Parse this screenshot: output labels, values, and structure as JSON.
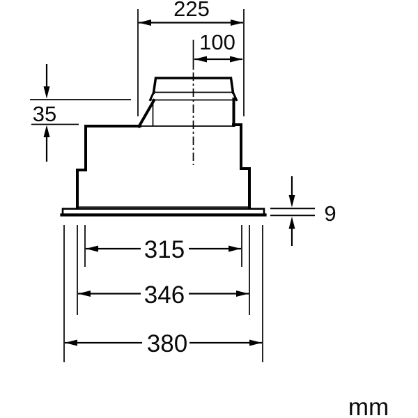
{
  "drawing": {
    "unit_label": "mm",
    "colors": {
      "line": "#000000",
      "background": "#ffffff",
      "text": "#0a0a0a"
    },
    "dimensions": {
      "ceiling_cutout_width": "225",
      "duct_offset": "100",
      "duct_collar_height": "35",
      "flange_thickness": "9",
      "housing_top_width": "315",
      "housing_width": "346",
      "overall_width": "380"
    }
  }
}
